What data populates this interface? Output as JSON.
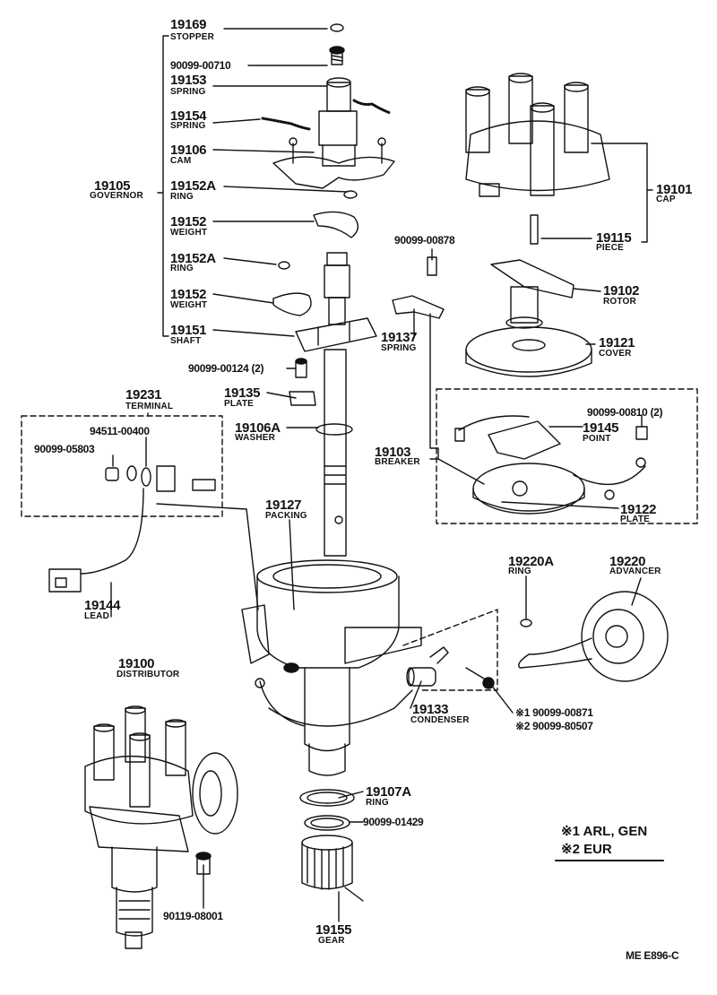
{
  "parts": {
    "p19169": {
      "num": "19169",
      "name": "STOPPER"
    },
    "p90099_00710": {
      "num": "90099-00710"
    },
    "p19153": {
      "num": "19153",
      "name": "SPRING"
    },
    "p19154": {
      "num": "19154",
      "name": "SPRING"
    },
    "p19106": {
      "num": "19106",
      "name": "CAM"
    },
    "p19105": {
      "num": "19105",
      "name": "GOVERNOR"
    },
    "p19152A_1": {
      "num": "19152A",
      "name": "RING"
    },
    "p19152_1": {
      "num": "19152",
      "name": "WEIGHT"
    },
    "p19152A_2": {
      "num": "19152A",
      "name": "RING"
    },
    "p19152_2": {
      "num": "19152",
      "name": "WEIGHT"
    },
    "p19151": {
      "num": "19151",
      "name": "SHAFT"
    },
    "p90099_00124": {
      "num": "90099-00124 (2)"
    },
    "p19135": {
      "num": "19135",
      "name": "PLATE"
    },
    "p19106A": {
      "num": "19106A",
      "name": "WASHER"
    },
    "p19231": {
      "num": "19231",
      "name": "TERMINAL"
    },
    "p94511_00400": {
      "num": "94511-00400"
    },
    "p90099_05803": {
      "num": "90099-05803"
    },
    "p19144": {
      "num": "19144",
      "name": "LEAD"
    },
    "p19127": {
      "num": "19127",
      "name": "PACKING"
    },
    "p19101": {
      "num": "19101",
      "name": "CAP"
    },
    "p19115": {
      "num": "19115",
      "name": "PIECE"
    },
    "p90099_00878": {
      "num": "90099-00878"
    },
    "p19102": {
      "num": "19102",
      "name": "ROTOR"
    },
    "p19137": {
      "num": "19137",
      "name": "SPRING"
    },
    "p19121": {
      "num": "19121",
      "name": "COVER"
    },
    "p90099_00810": {
      "num": "90099-00810 (2)"
    },
    "p19145": {
      "num": "19145",
      "name": "POINT"
    },
    "p19103": {
      "num": "19103",
      "name": "BREAKER"
    },
    "p19122": {
      "num": "19122",
      "name": "PLATE"
    },
    "p19220A": {
      "num": "19220A",
      "name": "RING"
    },
    "p19220": {
      "num": "19220",
      "name": "ADVANCER"
    },
    "p19100": {
      "num": "19100",
      "name": "DISTRIBUTOR"
    },
    "p19133": {
      "num": "19133",
      "name": "CONDENSER"
    },
    "p90099_00871": {
      "num": "※1 90099-00871"
    },
    "p90099_80507": {
      "num": "※2 90099-80507"
    },
    "p19107A": {
      "num": "19107A",
      "name": "RING"
    },
    "p90099_01429": {
      "num": "90099-01429"
    },
    "p90119_08001": {
      "num": "90119-08001"
    },
    "p19155": {
      "num": "19155",
      "name": "GEAR"
    }
  },
  "legend": {
    "line1": "※1 ARL, GEN",
    "line2": "※2 EUR"
  },
  "figure_code": "ME  E896-C"
}
